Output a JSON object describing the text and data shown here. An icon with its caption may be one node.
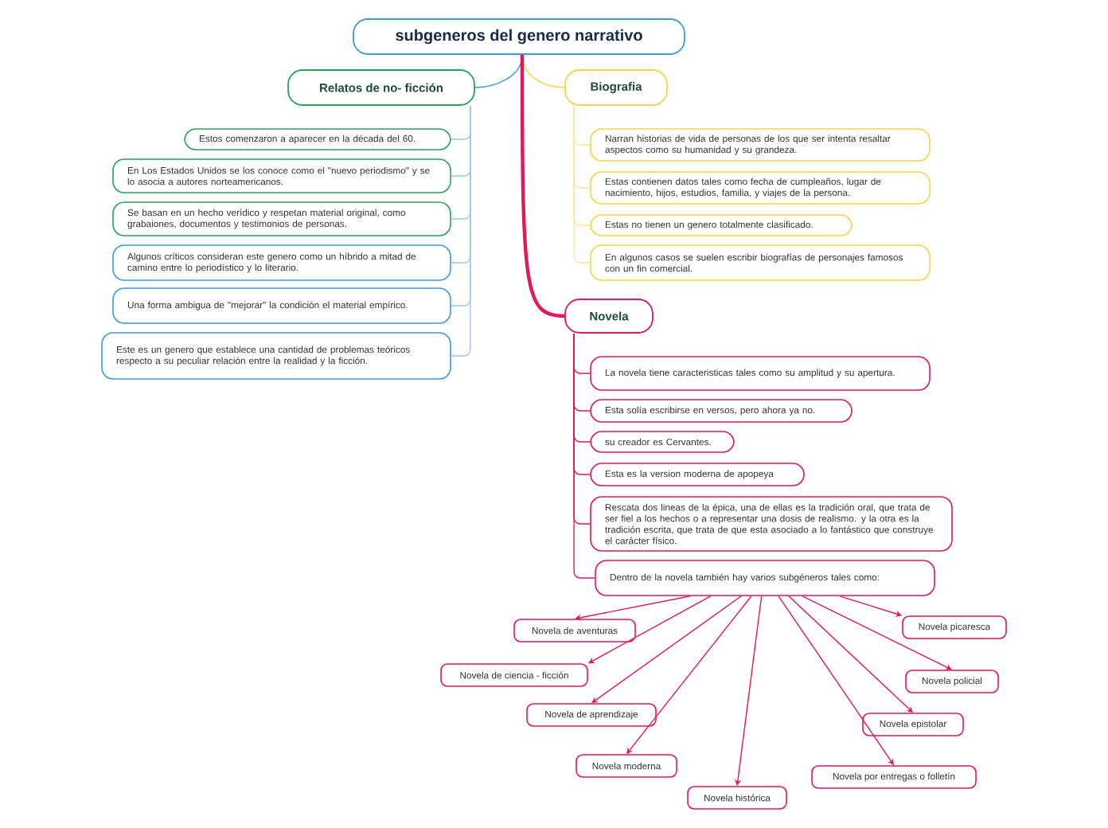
{
  "diagram": {
    "nodes": [
      {
        "text": [
          "subgeneros del genero narrativo"
        ]
      },
      {
        "text": [
          "Relatos de no- ficción"
        ]
      },
      {
        "text": [
          "Estos comenzaron a aparecer en la década del 60."
        ]
      },
      {
        "text": [
          "En Los Estados Unidos se los conoce como el \"nuevo periodismo\" y se lo asocia a autores norteamericanos."
        ]
      },
      {
        "text": [
          "Se basan en un hecho verídico y respetan material original, como grabaiones, documentos y testimonios de personas."
        ]
      },
      {
        "text": [
          "Algunos críticos consideran este genero como un híbrido a mitad de camino entre lo periodístico y lo literario."
        ]
      },
      {
        "text": [
          "Una forma ambigua de \"mejorar\" la condición el material empírico."
        ]
      },
      {
        "text": [
          "Este es un genero que establece una cantidad de problemas teóricos respecto a su peculiar relación entre la realidad y la ficción."
        ]
      },
      {
        "text": [
          "Biografia"
        ]
      },
      {
        "text": [
          "Narran historias de vida de personas de los que ser intenta resaltar aspectos como su humanidad y su grandeza."
        ]
      },
      {
        "text": [
          "Estas contienen datos tales como fecha de cumpleaños, lugar de nacimiento, hijos, estudios, familia, y viajes de la persona."
        ]
      },
      {
        "text": [
          "Estas no tienen un genero totalmente clasificado."
        ]
      },
      {
        "text": [
          "En algunos casos se suelen escribir biografías de personajes famosos con un fin comercial."
        ]
      },
      {
        "text": [
          "Novela"
        ]
      },
      {
        "text": [
          "La novela tiene caracteristicas tales como su amplitud y su apertura."
        ]
      },
      {
        "text": [
          "Esta solía escribirse en versos, pero ahora ya no."
        ]
      },
      {
        "text": [
          "su creador es Cervantes."
        ]
      },
      {
        "text": [
          "Esta es la version moderna de apopeya"
        ]
      },
      {
        "text": [
          "Rescata dos lineas de la épica, una de ellas es la tradición oral, que trata de ser fiel a los hechos o a representar una dosis de realismo. y la otra es la tradición escrita, que trata de que esta asociado a lo fantástico que construye el carácter físico."
        ]
      },
      {
        "text": [
          "Dentro de la novela también hay varios subgéneros tales como:"
        ]
      },
      {
        "text": [
          "Novela de aventuras"
        ]
      },
      {
        "text": [
          "Novela de ciencia - ficción"
        ]
      },
      {
        "text": [
          "Novela de aprendizaje"
        ]
      },
      {
        "text": [
          "Novela moderna"
        ]
      },
      {
        "text": [
          "Novela histórica"
        ]
      },
      {
        "text": [
          "Novela por entregas o folletín"
        ]
      },
      {
        "text": [
          "Novela epistolar"
        ]
      },
      {
        "text": [
          "Novela policial"
        ]
      },
      {
        "text": [
          "Novela picaresca"
        ]
      }
    ],
    "edges": [
      {
        "from": 0,
        "to": 1,
        "arrow": "none",
        "color": "#3c9be0"
      },
      {
        "from": 0,
        "to": 8,
        "arrow": "none",
        "color": "#f5d547"
      },
      {
        "from": 0,
        "to": 13,
        "arrow": "none",
        "style": "thick"
      },
      {
        "from": 1,
        "to": 2,
        "arrow": "none",
        "color": "#9cc8ee"
      },
      {
        "from": 1,
        "to": 3,
        "arrow": "none",
        "color": "#9cc8ee"
      },
      {
        "from": 1,
        "to": 4,
        "arrow": "none",
        "color": "#9cc8ee"
      },
      {
        "from": 1,
        "to": 5,
        "arrow": "none",
        "color": "#9cc8ee"
      },
      {
        "from": 1,
        "to": 6,
        "arrow": "none",
        "color": "#9cc8ee"
      },
      {
        "from": 1,
        "to": 7,
        "arrow": "none",
        "color": "#9cc8ee"
      },
      {
        "from": 8,
        "to": 9,
        "arrow": "none",
        "color": "#fbe79a"
      },
      {
        "from": 8,
        "to": 10,
        "arrow": "none",
        "color": "#fbe79a"
      },
      {
        "from": 8,
        "to": 11,
        "arrow": "none",
        "color": "#fbe79a"
      },
      {
        "from": 8,
        "to": 12,
        "arrow": "none",
        "color": "#fbe79a"
      },
      {
        "from": 13,
        "to": 14,
        "arrow": "none"
      },
      {
        "from": 13,
        "to": 15,
        "arrow": "none"
      },
      {
        "from": 13,
        "to": 16,
        "arrow": "none"
      },
      {
        "from": 13,
        "to": 17,
        "arrow": "none"
      },
      {
        "from": 13,
        "to": 18,
        "arrow": "none"
      },
      {
        "from": 13,
        "to": 19,
        "arrow": "none"
      },
      {
        "from": 19,
        "to": 20,
        "arrow": "to"
      },
      {
        "from": 19,
        "to": 21,
        "arrow": "to"
      },
      {
        "from": 19,
        "to": 22,
        "arrow": "to"
      },
      {
        "from": 19,
        "to": 23,
        "arrow": "to"
      },
      {
        "from": 19,
        "to": 24,
        "arrow": "to"
      },
      {
        "from": 19,
        "to": 25,
        "arrow": "to"
      },
      {
        "from": 19,
        "to": 26,
        "arrow": "to"
      },
      {
        "from": 19,
        "to": 27,
        "arrow": "to"
      },
      {
        "from": 19,
        "to": 28,
        "arrow": "to"
      }
    ]
  }
}
